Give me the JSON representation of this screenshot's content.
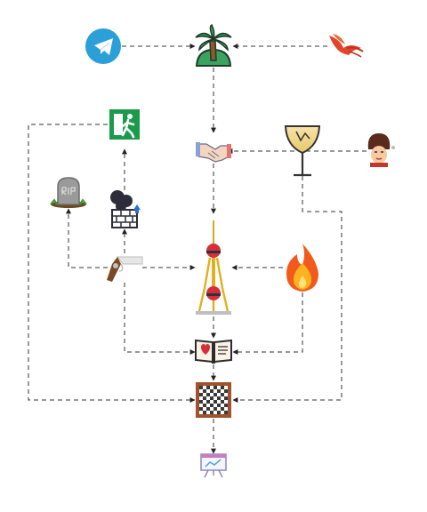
{
  "diagram": {
    "nodes": [
      {
        "id": "telegram",
        "icon": "telegram-icon"
      },
      {
        "id": "island",
        "icon": "palm-island-icon"
      },
      {
        "id": "phoenix",
        "icon": "phoenix-bird-icon"
      },
      {
        "id": "exit",
        "icon": "emergency-exit-icon"
      },
      {
        "id": "handshake",
        "icon": "handshake-icon"
      },
      {
        "id": "cocktail",
        "icon": "cocktail-glass-icon"
      },
      {
        "id": "guard",
        "icon": "royal-guard-icon"
      },
      {
        "id": "tombstone",
        "icon": "rip-tombstone-icon"
      },
      {
        "id": "wall-fire",
        "icon": "smoking-brick-wall-icon"
      },
      {
        "id": "tower",
        "icon": "oriental-pearl-tower-icon"
      },
      {
        "id": "pistol",
        "icon": "pistol-icon"
      },
      {
        "id": "fire",
        "icon": "fire-icon"
      },
      {
        "id": "book",
        "icon": "open-book-hearts-icon"
      },
      {
        "id": "chessboard",
        "icon": "chessboard-icon"
      },
      {
        "id": "presentation",
        "icon": "presentation-board-icon"
      }
    ],
    "edges": [
      {
        "from": "telegram",
        "to": "island"
      },
      {
        "from": "phoenix",
        "to": "island"
      },
      {
        "from": "island",
        "to": "handshake"
      },
      {
        "from": "guard",
        "to": "handshake"
      },
      {
        "from": "handshake",
        "to": "tower"
      },
      {
        "from": "fire",
        "to": "tower"
      },
      {
        "from": "pistol",
        "to": "tower"
      },
      {
        "from": "pistol",
        "to": "tombstone"
      },
      {
        "from": "pistol",
        "to": "wall-fire"
      },
      {
        "from": "wall-fire",
        "to": "exit"
      },
      {
        "from": "pistol",
        "to": "book"
      },
      {
        "from": "fire",
        "to": "book"
      },
      {
        "from": "tower",
        "to": "book"
      },
      {
        "from": "book",
        "to": "chessboard"
      },
      {
        "from": "exit",
        "to": "chessboard"
      },
      {
        "from": "cocktail",
        "to": "chessboard"
      },
      {
        "from": "chessboard",
        "to": "presentation"
      }
    ]
  }
}
